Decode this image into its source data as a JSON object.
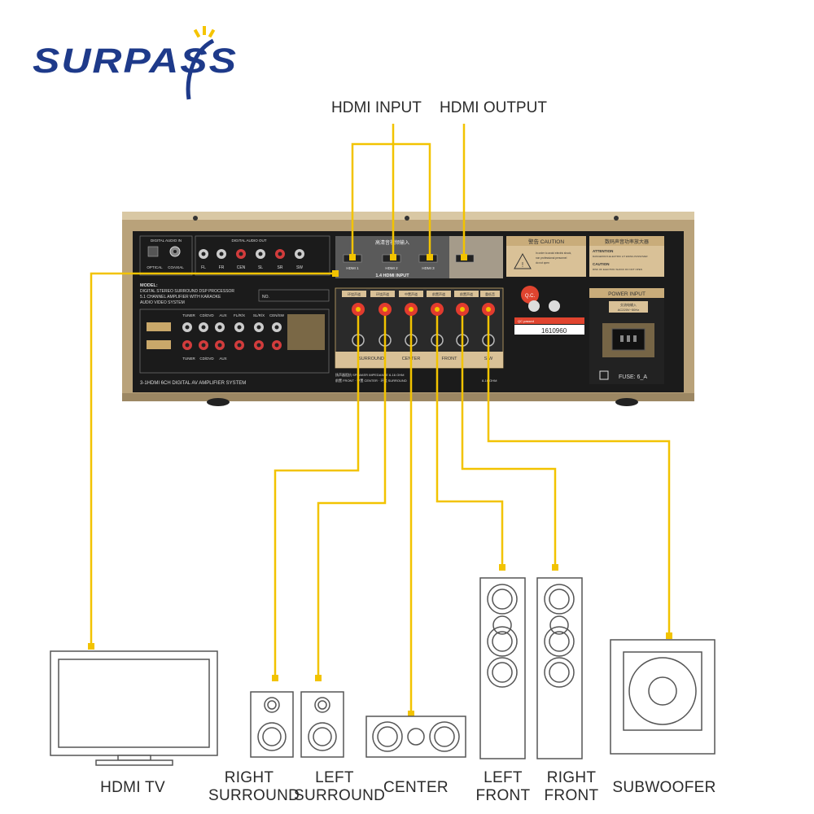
{
  "brand": {
    "logo_text": "SURPASS",
    "brand_color": "#1e3a8a",
    "accent_color": "#f5c400"
  },
  "wire_color": "#f2c300",
  "top_labels": {
    "hdmi_input": "HDMI INPUT",
    "hdmi_output": "HDMI OUTPUT"
  },
  "amplifier": {
    "panel_color": "#1b1b1b",
    "frame_color": "#b9a27a",
    "digital_audio_in": "DIGITAL AUDIO IN",
    "optical": "OPTICAL",
    "coaxial": "COAXIAL",
    "digital_audio_out": "DIGITAL AUDIO OUT",
    "out_labels": [
      "FL",
      "FR",
      "CEN",
      "SL",
      "SR",
      "SW"
    ],
    "hdmi_ports": [
      "HDMI 1",
      "HDMI 2",
      "HDMI 3"
    ],
    "hdmi_version": "1.4 HDMI INPUT",
    "hdmi_chinese": "高清音视频输入",
    "caution_title": "警告 CAUTION",
    "caution_chinese_title": "数码声音功率放大器",
    "caution_text": "In order to avoid electric shock, non professional personnel do not open",
    "attention_title": "ATTENTION",
    "attention_text": "DANGEROUS ELECTRIC LIT ENING PASSOVER",
    "caution_text2": "CAUTION RISK OF ELECTRIC SHOCK DO NOT OPEN",
    "model_label": "MODEL:",
    "model_lines": [
      "DIGITAL STEREO SURROUND DSP PROCESSOR",
      "5.1 CHANNEL AMPLIFIER WITH KARAOKE",
      "AUDIO VIDEO SYSTEM"
    ],
    "no_label": "NO.",
    "input_labels": [
      "TUNER",
      "CD/DVD",
      "AUX"
    ],
    "input_labels2": [
      "FL/R/X",
      "SL/R/X",
      "CEN/SW"
    ],
    "speaker_chinese": [
      "环绕声道",
      "环绕声道",
      "中置声道",
      "前置声道",
      "前置声道",
      "重低音"
    ],
    "speaker_groups": [
      "SURROUND",
      "CENTER",
      "FRONT",
      "S.W"
    ],
    "impedance_line1": "扬声器阻抗 SPEAKER IMPEDANCE 6-16 OHM",
    "impedance_line2": "前置 FRONT · 中置 CENTER · 环绕 SURROUND",
    "ohm_label": "8-16 OHM",
    "qc_label": "Q.C.",
    "qc_passed": "QC passed",
    "serial": "1610960",
    "power_input": "POWER INPUT",
    "power_spec": "AC220V~50Hz",
    "power_chinese": "交流电输入",
    "fuse": "FUSE: 6_A",
    "system_name": "3-1HDMI 6CH DIGITAL AV AMPLIFIER SYSTEM"
  },
  "devices": {
    "hdmi_tv": "HDMI TV",
    "right_surround": [
      "RIGHT",
      "SURROUND"
    ],
    "left_surround": [
      "LEFT",
      "SURROUND"
    ],
    "center": "CENTER",
    "left_front": [
      "LEFT",
      "FRONT"
    ],
    "right_front": [
      "RIGHT",
      "FRONT"
    ],
    "subwoofer": "SUBWOOFER"
  }
}
